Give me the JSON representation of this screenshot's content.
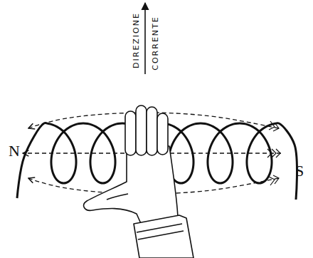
{
  "diagram": {
    "labels": [
      "DIREZIONE",
      "CORRENTE",
      "N",
      "S"
    ]
  }
}
